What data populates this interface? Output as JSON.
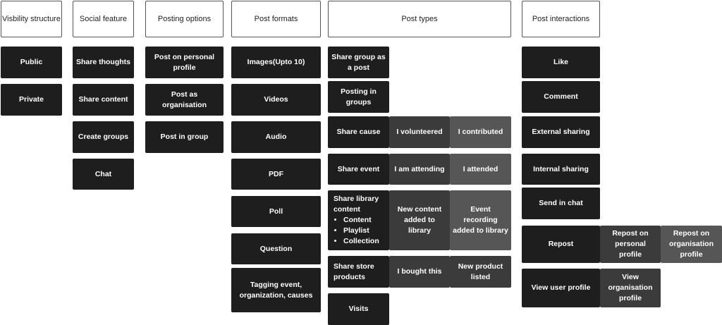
{
  "colors": {
    "primary": "#1e1e1e",
    "secondary": "#3b3b3b",
    "tertiary": "#565656"
  },
  "headers": [
    "Visbility structure",
    "Social feature",
    "Posting options",
    "Post formats",
    "Post types",
    "Post interactions"
  ],
  "visibility": [
    "Public",
    "Private"
  ],
  "social": [
    "Share thoughts",
    "Share content",
    "Create groups",
    "Chat"
  ],
  "posting": [
    "Post on personal profile",
    "Post as  organisation",
    "Post in group"
  ],
  "formats": [
    "Images(Upto 10)",
    "Videos",
    "Audio",
    "PDF",
    "Poll",
    "Question",
    "Tagging event, organization, causes"
  ],
  "types": {
    "share_group": "Share group as a post",
    "posting_groups": "Posting in groups",
    "share_cause": "Share cause",
    "volunteered": "I volunteered",
    "contributed": "I contributed",
    "share_event": "Share event",
    "attending": "I am attending",
    "attended": "I attended",
    "share_library": "Share library content",
    "library_items": [
      "Content",
      "Playlist",
      "Collection"
    ],
    "new_content": "New content added to library",
    "event_recording": "Event recording added to library",
    "share_store": "Share store products",
    "bought": "I bought this",
    "new_product": "New product listed",
    "visits": "Visits"
  },
  "interactions": {
    "like": "Like",
    "comment": "Comment",
    "external": "External sharing",
    "internal": "Internal sharing",
    "send_chat": "Send in chat",
    "repost": "Repost",
    "repost_personal": "Repost on personal profile",
    "repost_org": "Repost on organisation profile",
    "view_user": "View user profile",
    "view_org": "View organisation profile"
  }
}
